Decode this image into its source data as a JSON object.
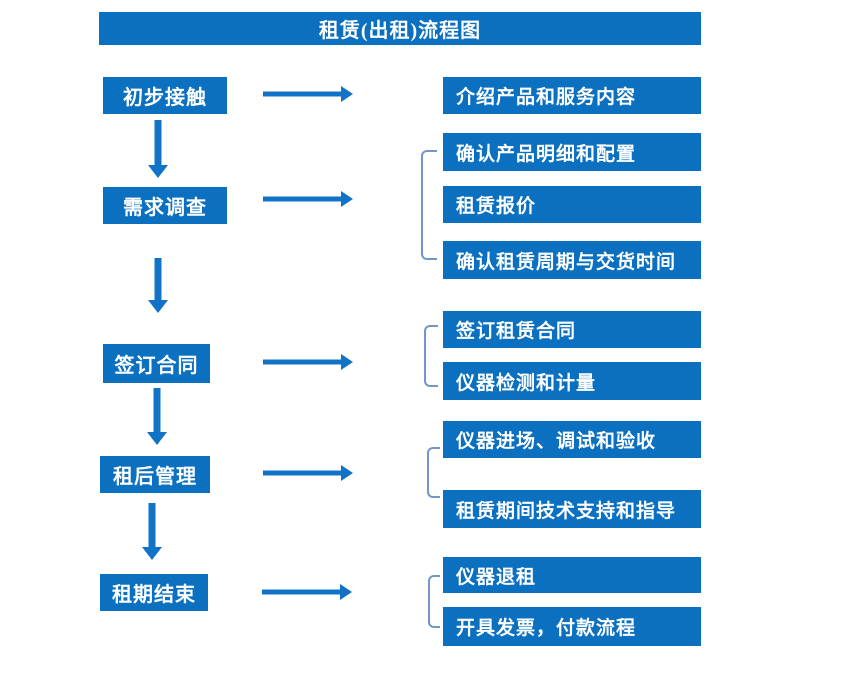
{
  "title": "租赁(出租)流程图",
  "colors": {
    "node_fill": "#0B70C0",
    "arrow": "#1173C8",
    "bracket": "#7396C8",
    "text": "#FFFFFF"
  },
  "steps": [
    {
      "label": "初步接触",
      "outputs": [
        "介绍产品和服务内容"
      ]
    },
    {
      "label": "需求调查",
      "outputs": [
        "确认产品明细和配置",
        "租赁报价",
        "确认租赁周期与交货时间"
      ]
    },
    {
      "label": "签订合同",
      "outputs": [
        "签订租赁合同",
        "仪器检测和计量"
      ]
    },
    {
      "label": "租后管理",
      "outputs": [
        "仪器进场、调试和验收",
        "租赁期间技术支持和指导"
      ]
    },
    {
      "label": "租期结束",
      "outputs": [
        "仪器退租",
        "开具发票，付款流程"
      ]
    }
  ]
}
